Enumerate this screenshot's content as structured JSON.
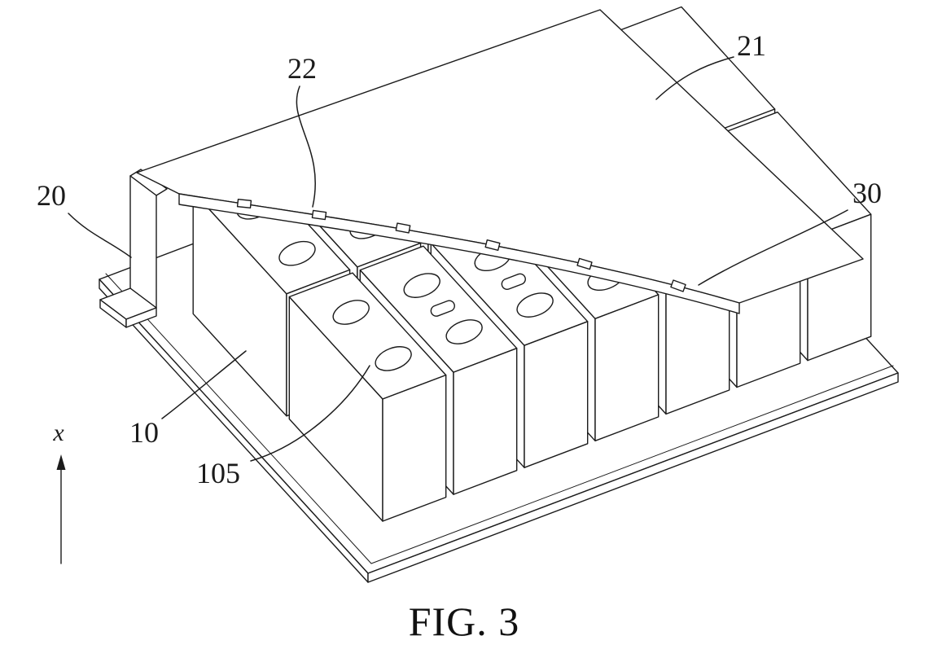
{
  "figure": {
    "caption": "FIG. 3",
    "axis_label": "x",
    "ref_labels": {
      "n20": "20",
      "n21": "21",
      "n22": "22",
      "n30": "30",
      "n10": "10",
      "n105": "105"
    }
  },
  "colors": {
    "ink": "#1b1b1b",
    "background": "#ffffff"
  }
}
